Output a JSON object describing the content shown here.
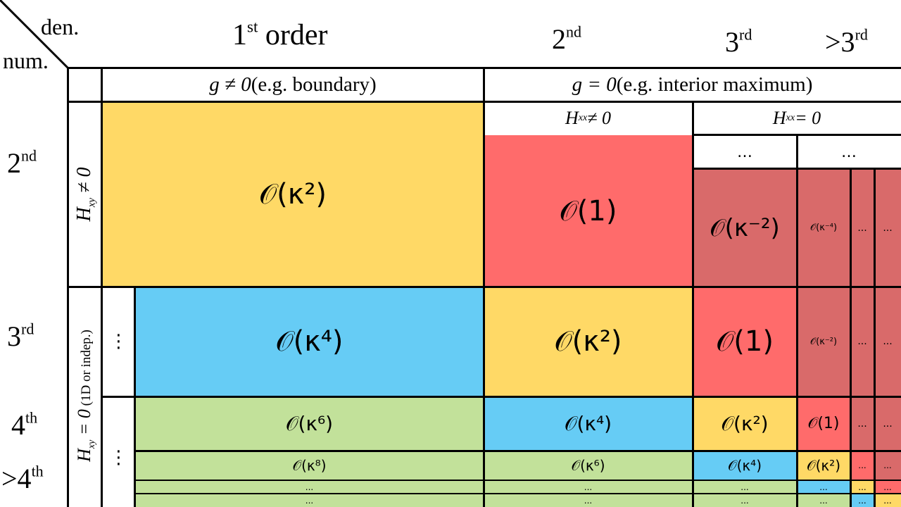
{
  "corner": {
    "den": "den.",
    "num": "num."
  },
  "col_headers": {
    "first": {
      "base": "1",
      "sup": "st",
      "rest": " order"
    },
    "second": {
      "base": "2",
      "sup": "nd"
    },
    "third": {
      "base": "3",
      "sup": "rd"
    },
    "gt3": {
      "base": ">3",
      "sup": "rd"
    }
  },
  "row_headers": {
    "second": {
      "base": "2",
      "sup": "nd"
    },
    "third": {
      "base": "3",
      "sup": "rd"
    },
    "fourth": {
      "base": "4",
      "sup": "th"
    },
    "gt4": {
      "base": ">4",
      "sup": "th"
    }
  },
  "sub_headers": {
    "g_neq_label": "g ≠ 0",
    "g_neq_note": " (e.g. boundary)",
    "g_eq_label": "g = 0",
    "g_eq_note": " (e.g. interior maximum)",
    "hxx_neq": "H",
    "hxx_neq_sub": "xx",
    "hxx_neq_rest": " ≠ 0",
    "hxx_eq": "H",
    "hxx_eq_sub": "xx",
    "hxx_eq_rest": " = 0",
    "ellipsis": "…"
  },
  "row_labels": {
    "hxy_neq": "H",
    "hxy_neq_sub": "xy",
    "hxy_neq_rest": " ≠ 0",
    "hxy_eq": "H",
    "hxy_eq_sub": "xy",
    "hxy_eq_rest": " = 0",
    "hxy_eq_note": " (1D or indep.)",
    "vdots": "⋮"
  },
  "colors": {
    "yellow": "#FFD966",
    "red": "#FF6B6B",
    "darkred": "#D96A6A",
    "blue": "#66CCF5",
    "green": "#C2E19A"
  },
  "cells": {
    "o_k2": "𝒪(κ²)",
    "o_1": "𝒪(1)",
    "o_km2": "𝒪(κ⁻²)",
    "o_km4": "𝒪(κ⁻⁴)",
    "o_k4": "𝒪(κ⁴)",
    "o_k6": "𝒪(κ⁶)",
    "o_k8": "𝒪(κ⁸)",
    "dots": "..."
  }
}
